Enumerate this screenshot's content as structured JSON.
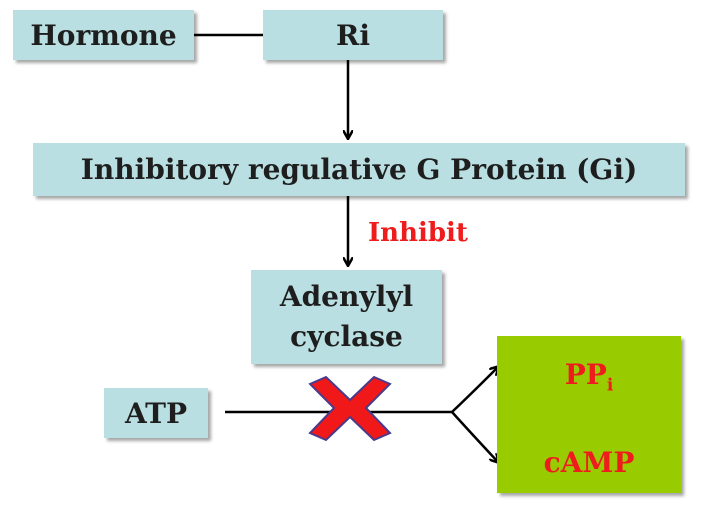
{
  "nodes": {
    "hormone": "Hormone",
    "ri": "Ri",
    "gi": "Inhibitory regulative G Protein (Gi)",
    "adenylyl_line1": "Adenylyl",
    "adenylyl_line2": "cyclase",
    "atp": "ATP",
    "pp": "PP",
    "pp_sub": "i",
    "camp": "cAMP"
  },
  "edges": {
    "inhibit_label": "Inhibit"
  },
  "colors": {
    "box_fill": "#b9dfe2",
    "product_fill": "#99cc00",
    "accent_red": "#ee1c1c",
    "block_x_fill": "#f01818",
    "block_x_outline": "#4a3a8c"
  }
}
